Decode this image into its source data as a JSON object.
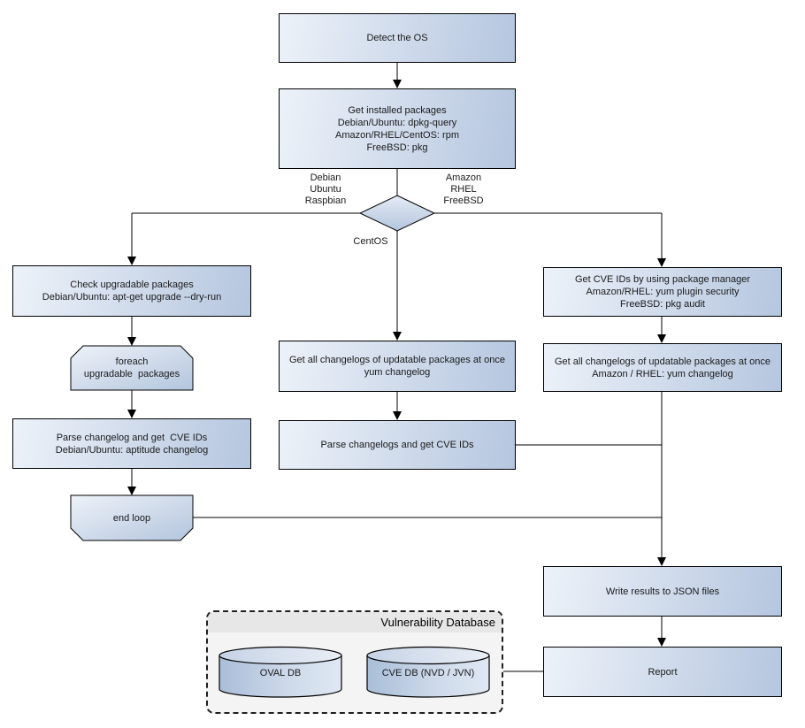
{
  "flowchart": {
    "nodes": {
      "detect_os": {
        "label": "Detect the OS"
      },
      "get_installed_packages": {
        "lines": [
          "Get installed packages",
          "Debian/Ubuntu: dpkg-query",
          "Amazon/RHEL/CentOS: rpm",
          "FreeBSD: pkg"
        ]
      },
      "check_upgradable_packages": {
        "lines": [
          "Check upgradable packages",
          "Debian/Ubuntu: apt-get upgrade --dry-run"
        ]
      },
      "foreach_loop": {
        "lines": [
          "foreach",
          "upgradable  packages"
        ]
      },
      "parse_changelog_debian": {
        "lines": [
          "Parse changelog and get  CVE IDs",
          "Debian/Ubuntu: aptitude changelog"
        ]
      },
      "end_loop": {
        "label": "end loop"
      },
      "get_changelogs_yum": {
        "lines": [
          "Get all changelogs of updatable packages at once",
          "yum changelog"
        ]
      },
      "parse_changelogs_yum": {
        "label": "Parse changelogs and get CVE IDs"
      },
      "get_cve_ids_package_manager": {
        "lines": [
          "Get CVE IDs by using package manager",
          "Amazon/RHEL: yum plugin security",
          "FreeBSD: pkg audit"
        ]
      },
      "get_changelogs_amazon_rhel": {
        "lines": [
          "Get all changelogs of updatable packages at once",
          "Amazon / RHEL: yum changelog"
        ]
      },
      "write_results": {
        "label": "Write results to JSON files"
      },
      "report": {
        "label": "Report"
      }
    },
    "decision": {
      "left_branch": {
        "lines": [
          "Debian",
          "Ubuntu",
          "Raspbian"
        ]
      },
      "right_branch": {
        "lines": [
          "Amazon",
          "RHEL",
          "FreeBSD"
        ]
      },
      "bottom_branch": {
        "label": "CentOS"
      }
    },
    "database_panel": {
      "title": "Vulnerability Database",
      "cylinders": [
        {
          "label": "OVAL DB"
        },
        {
          "label": "CVE DB (NVD / JVN)"
        }
      ]
    },
    "colors": {
      "node_gradient_light": "#edf2f9",
      "node_gradient_dark": "#b5c6df",
      "outline": "#000000",
      "panel_background": "#f4f4f4",
      "panel_header_background": "#e7e7e7"
    }
  }
}
